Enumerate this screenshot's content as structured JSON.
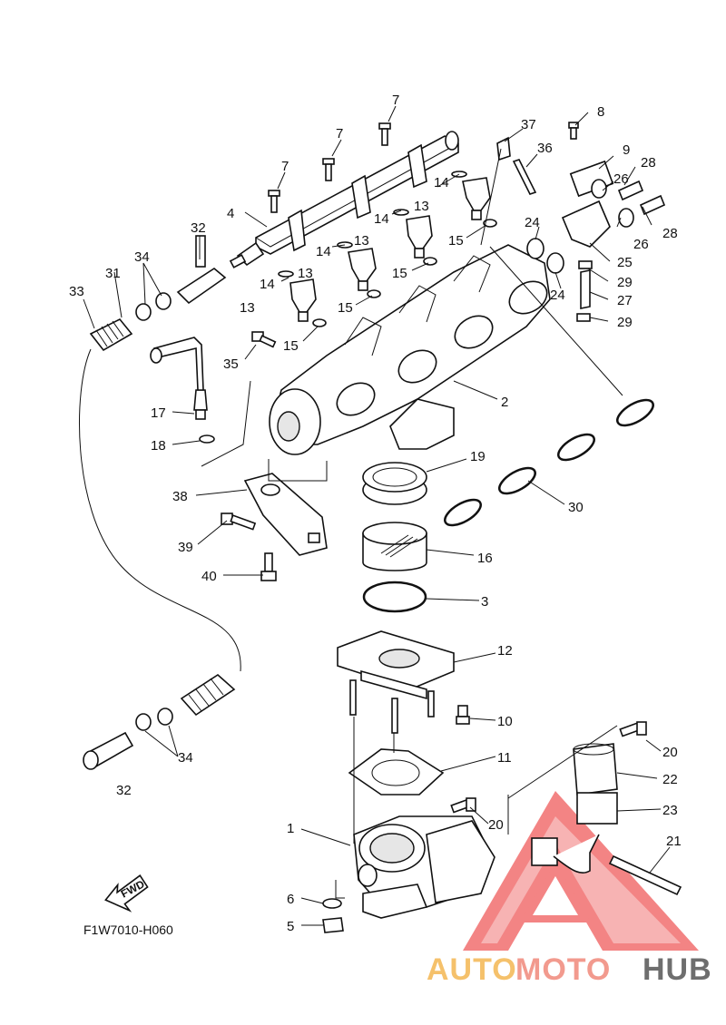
{
  "diagram_code": "F1W7010-H060",
  "fwd_label": "FWD",
  "watermark": {
    "text_a": "AUTO",
    "text_b": "MOTO",
    "text_c": "HUB",
    "color_a": "#f5c16b",
    "color_b": "#f29a8e",
    "color_c": "#6e6e6e",
    "triangle_color": "#ef5b5b"
  },
  "callouts": [
    {
      "n": "7"
    },
    {
      "n": "7"
    },
    {
      "n": "7"
    },
    {
      "n": "8"
    },
    {
      "n": "37"
    },
    {
      "n": "36"
    },
    {
      "n": "9"
    },
    {
      "n": "28"
    },
    {
      "n": "26"
    },
    {
      "n": "28"
    },
    {
      "n": "26"
    },
    {
      "n": "24"
    },
    {
      "n": "25"
    },
    {
      "n": "29"
    },
    {
      "n": "24"
    },
    {
      "n": "27"
    },
    {
      "n": "29"
    },
    {
      "n": "4"
    },
    {
      "n": "14"
    },
    {
      "n": "14"
    },
    {
      "n": "13"
    },
    {
      "n": "14"
    },
    {
      "n": "13"
    },
    {
      "n": "13"
    },
    {
      "n": "14"
    },
    {
      "n": "13"
    },
    {
      "n": "15"
    },
    {
      "n": "15"
    },
    {
      "n": "15"
    },
    {
      "n": "15"
    },
    {
      "n": "32"
    },
    {
      "n": "34"
    },
    {
      "n": "31"
    },
    {
      "n": "33"
    },
    {
      "n": "35"
    },
    {
      "n": "2"
    },
    {
      "n": "17"
    },
    {
      "n": "18"
    },
    {
      "n": "19"
    },
    {
      "n": "38"
    },
    {
      "n": "30"
    },
    {
      "n": "39"
    },
    {
      "n": "16"
    },
    {
      "n": "40"
    },
    {
      "n": "3"
    },
    {
      "n": "12"
    },
    {
      "n": "10"
    },
    {
      "n": "11"
    },
    {
      "n": "34"
    },
    {
      "n": "32"
    },
    {
      "n": "20"
    },
    {
      "n": "22"
    },
    {
      "n": "23"
    },
    {
      "n": "20"
    },
    {
      "n": "1"
    },
    {
      "n": "21"
    },
    {
      "n": "6"
    },
    {
      "n": "5"
    }
  ]
}
